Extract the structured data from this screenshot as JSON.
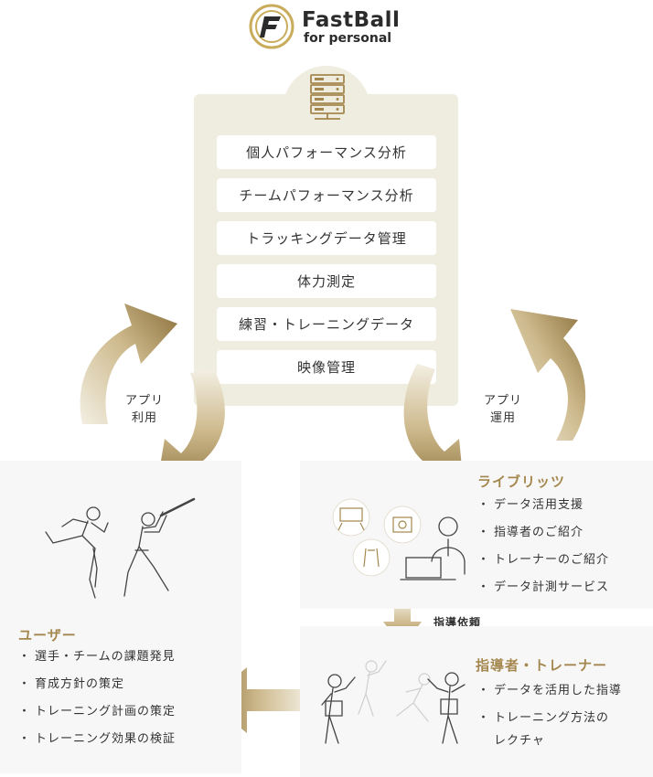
{
  "brand": {
    "title": "FastBall",
    "subtitle": "for personal",
    "accent_color": "#a4874e",
    "panel_color": "#efece0"
  },
  "center": {
    "icon": "server-rack-icon",
    "features": [
      "個人パフォーマンス分析",
      "チームパフォーマンス分析",
      "トラッキングデータ管理",
      "体力測定",
      "練習・トレーニングデータ",
      "映像管理"
    ]
  },
  "arrows": {
    "left_label_line1": "アプリ",
    "left_label_line2": "利用",
    "right_label_line1": "アプリ",
    "right_label_line2": "運用",
    "down_label": "指導依頼"
  },
  "user": {
    "heading": "ユーザー",
    "items": [
      "選手・チームの課題発見",
      "育成方針の策定",
      "トレーニング計画の策定",
      "トレーニング効果の検証"
    ],
    "illustration": "pitcher-and-batter-icon"
  },
  "libritz": {
    "heading": "ライブリッツ",
    "items": [
      "データ活用支援",
      "指導者のご紹介",
      "トレーナーのご紹介",
      "データ計測サービス"
    ],
    "illustration": "analyst-with-laptop-icon"
  },
  "trainer": {
    "heading": "指導者・トレーナー",
    "items": [
      "データを活用した指導",
      "トレーニング方法の",
      "レクチャ"
    ],
    "illustration": "coaching-players-icon"
  }
}
